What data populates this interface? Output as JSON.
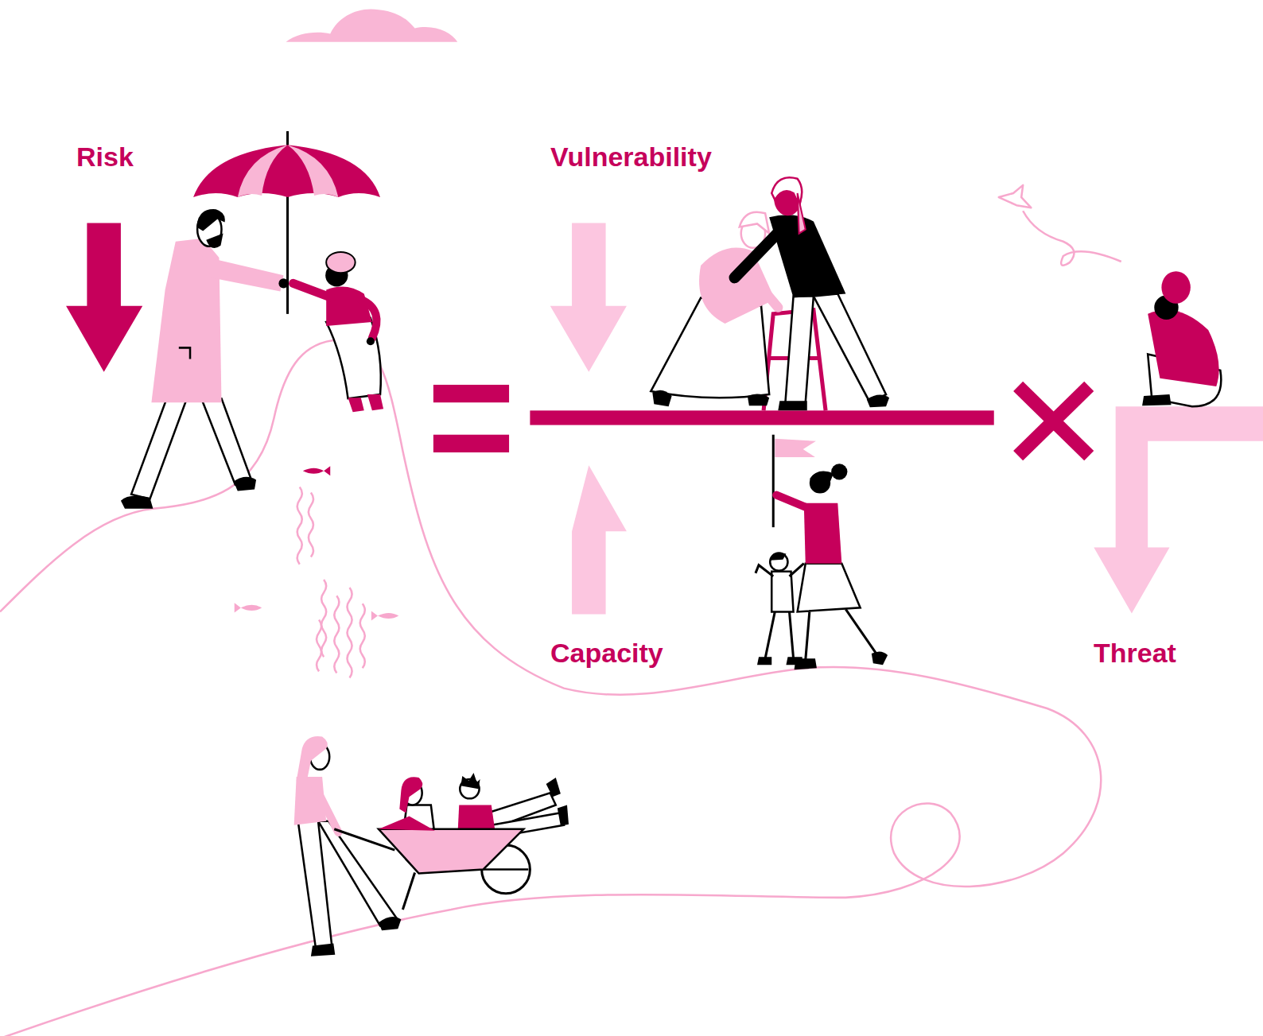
{
  "diagram": {
    "labels": [
      "Risk",
      "Vulnerability",
      "Capacity",
      "Threat"
    ]
  }
}
